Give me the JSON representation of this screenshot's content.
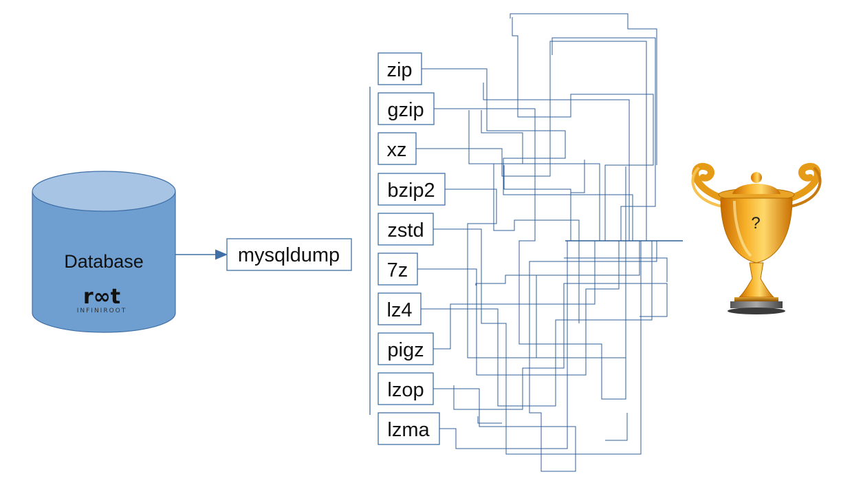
{
  "database": {
    "label": "Database",
    "logo_mark": "r∞t",
    "logo_text": "INFINIROOT"
  },
  "dump_tool": {
    "label": "mysqldump"
  },
  "compressors": [
    {
      "label": "zip"
    },
    {
      "label": "gzip"
    },
    {
      "label": "xz"
    },
    {
      "label": "bzip2"
    },
    {
      "label": "zstd"
    },
    {
      "label": "7z"
    },
    {
      "label": "lz4"
    },
    {
      "label": "pigz"
    },
    {
      "label": "lzop"
    },
    {
      "label": "lzma"
    }
  ],
  "trophy": {
    "label": "?",
    "icon": "trophy-icon"
  },
  "colors": {
    "db_body": "#6f9fd1",
    "db_top": "#a7c4e4",
    "db_stroke": "#3f6fa6",
    "box_stroke": "#3f6fa6",
    "wires": "#2f5d99",
    "trophy_gold": "#f0a020"
  }
}
